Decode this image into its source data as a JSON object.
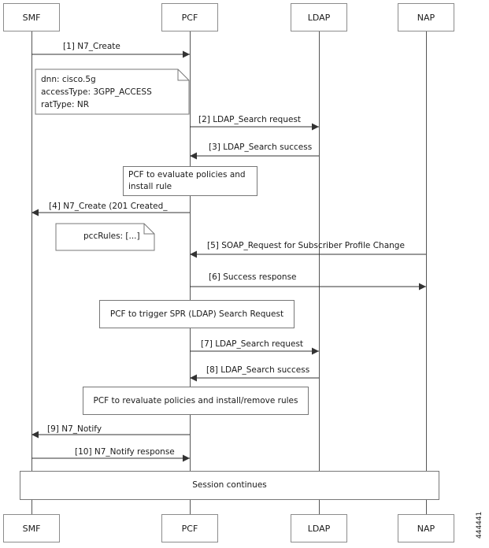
{
  "actors": [
    "SMF",
    "PCF",
    "LDAP",
    "NAP"
  ],
  "messages": {
    "m1": "[1] N7_Create",
    "m2": "[2] LDAP_Search request",
    "m3": "[3] LDAP_Search success",
    "m4": "[4] N7_Create (201 Created_",
    "m5": "[5] SOAP_Request for Subscriber Profile Change",
    "m6": "[6] Success response",
    "m7": "[7] LDAP_Search request",
    "m8": "[8] LDAP_Search success",
    "m9": "[9] N7_Notify",
    "m10": "[10] N7_Notify response"
  },
  "notes": {
    "dnn": "dnn: cisco.5g",
    "access": "accessType: 3GPP_ACCESS",
    "rat": "ratType: NR",
    "pcc": "pccRules: [...]"
  },
  "boxes": {
    "eval1": "PCF to evaluate policies and",
    "eval2": "install rule",
    "trigger": "PCF to trigger SPR (LDAP) Search Request",
    "reeval": "PCF to revaluate policies and install/remove rules",
    "session": "Session continues"
  },
  "figure_id": "444441"
}
